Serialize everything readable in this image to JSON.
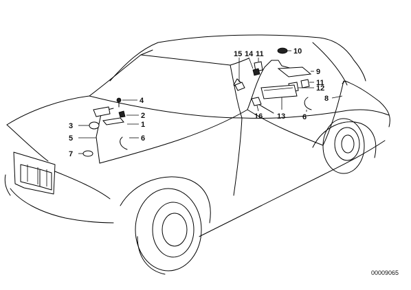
{
  "diagram": {
    "document_number": "00009065",
    "callouts": [
      {
        "id": "c1",
        "label": "1"
      },
      {
        "id": "c2",
        "label": "2"
      },
      {
        "id": "c3",
        "label": "3"
      },
      {
        "id": "c4",
        "label": "4"
      },
      {
        "id": "c5",
        "label": "5"
      },
      {
        "id": "c6a",
        "label": "6"
      },
      {
        "id": "c6b",
        "label": "6"
      },
      {
        "id": "c7",
        "label": "7"
      },
      {
        "id": "c8",
        "label": "8"
      },
      {
        "id": "c9",
        "label": "9"
      },
      {
        "id": "c10",
        "label": "10"
      },
      {
        "id": "c11a",
        "label": "11"
      },
      {
        "id": "c11b",
        "label": "11"
      },
      {
        "id": "c12",
        "label": "12"
      },
      {
        "id": "c13",
        "label": "13"
      },
      {
        "id": "c14",
        "label": "14"
      },
      {
        "id": "c15",
        "label": "15"
      },
      {
        "id": "c16",
        "label": "16"
      }
    ]
  }
}
